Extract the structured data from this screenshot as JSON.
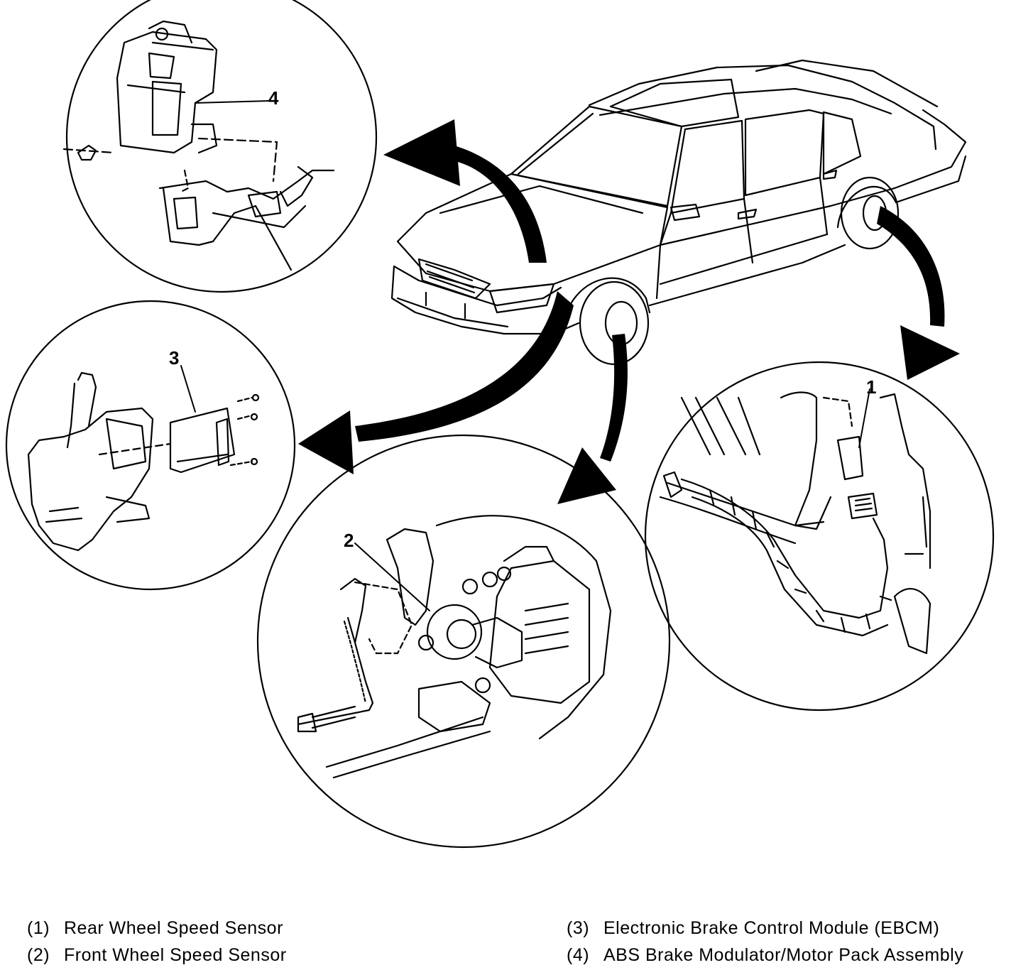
{
  "callouts": {
    "c1": "1",
    "c2": "2",
    "c3": "3",
    "c4": "4"
  },
  "legend": [
    {
      "num": "(1)",
      "label": "Rear Wheel Speed Sensor"
    },
    {
      "num": "(2)",
      "label": "Front Wheel Speed Sensor"
    },
    {
      "num": "(3)",
      "label": "Electronic Brake Control Module (EBCM)"
    },
    {
      "num": "(4)",
      "label": "ABS Brake Modulator/Motor Pack Assembly"
    }
  ]
}
